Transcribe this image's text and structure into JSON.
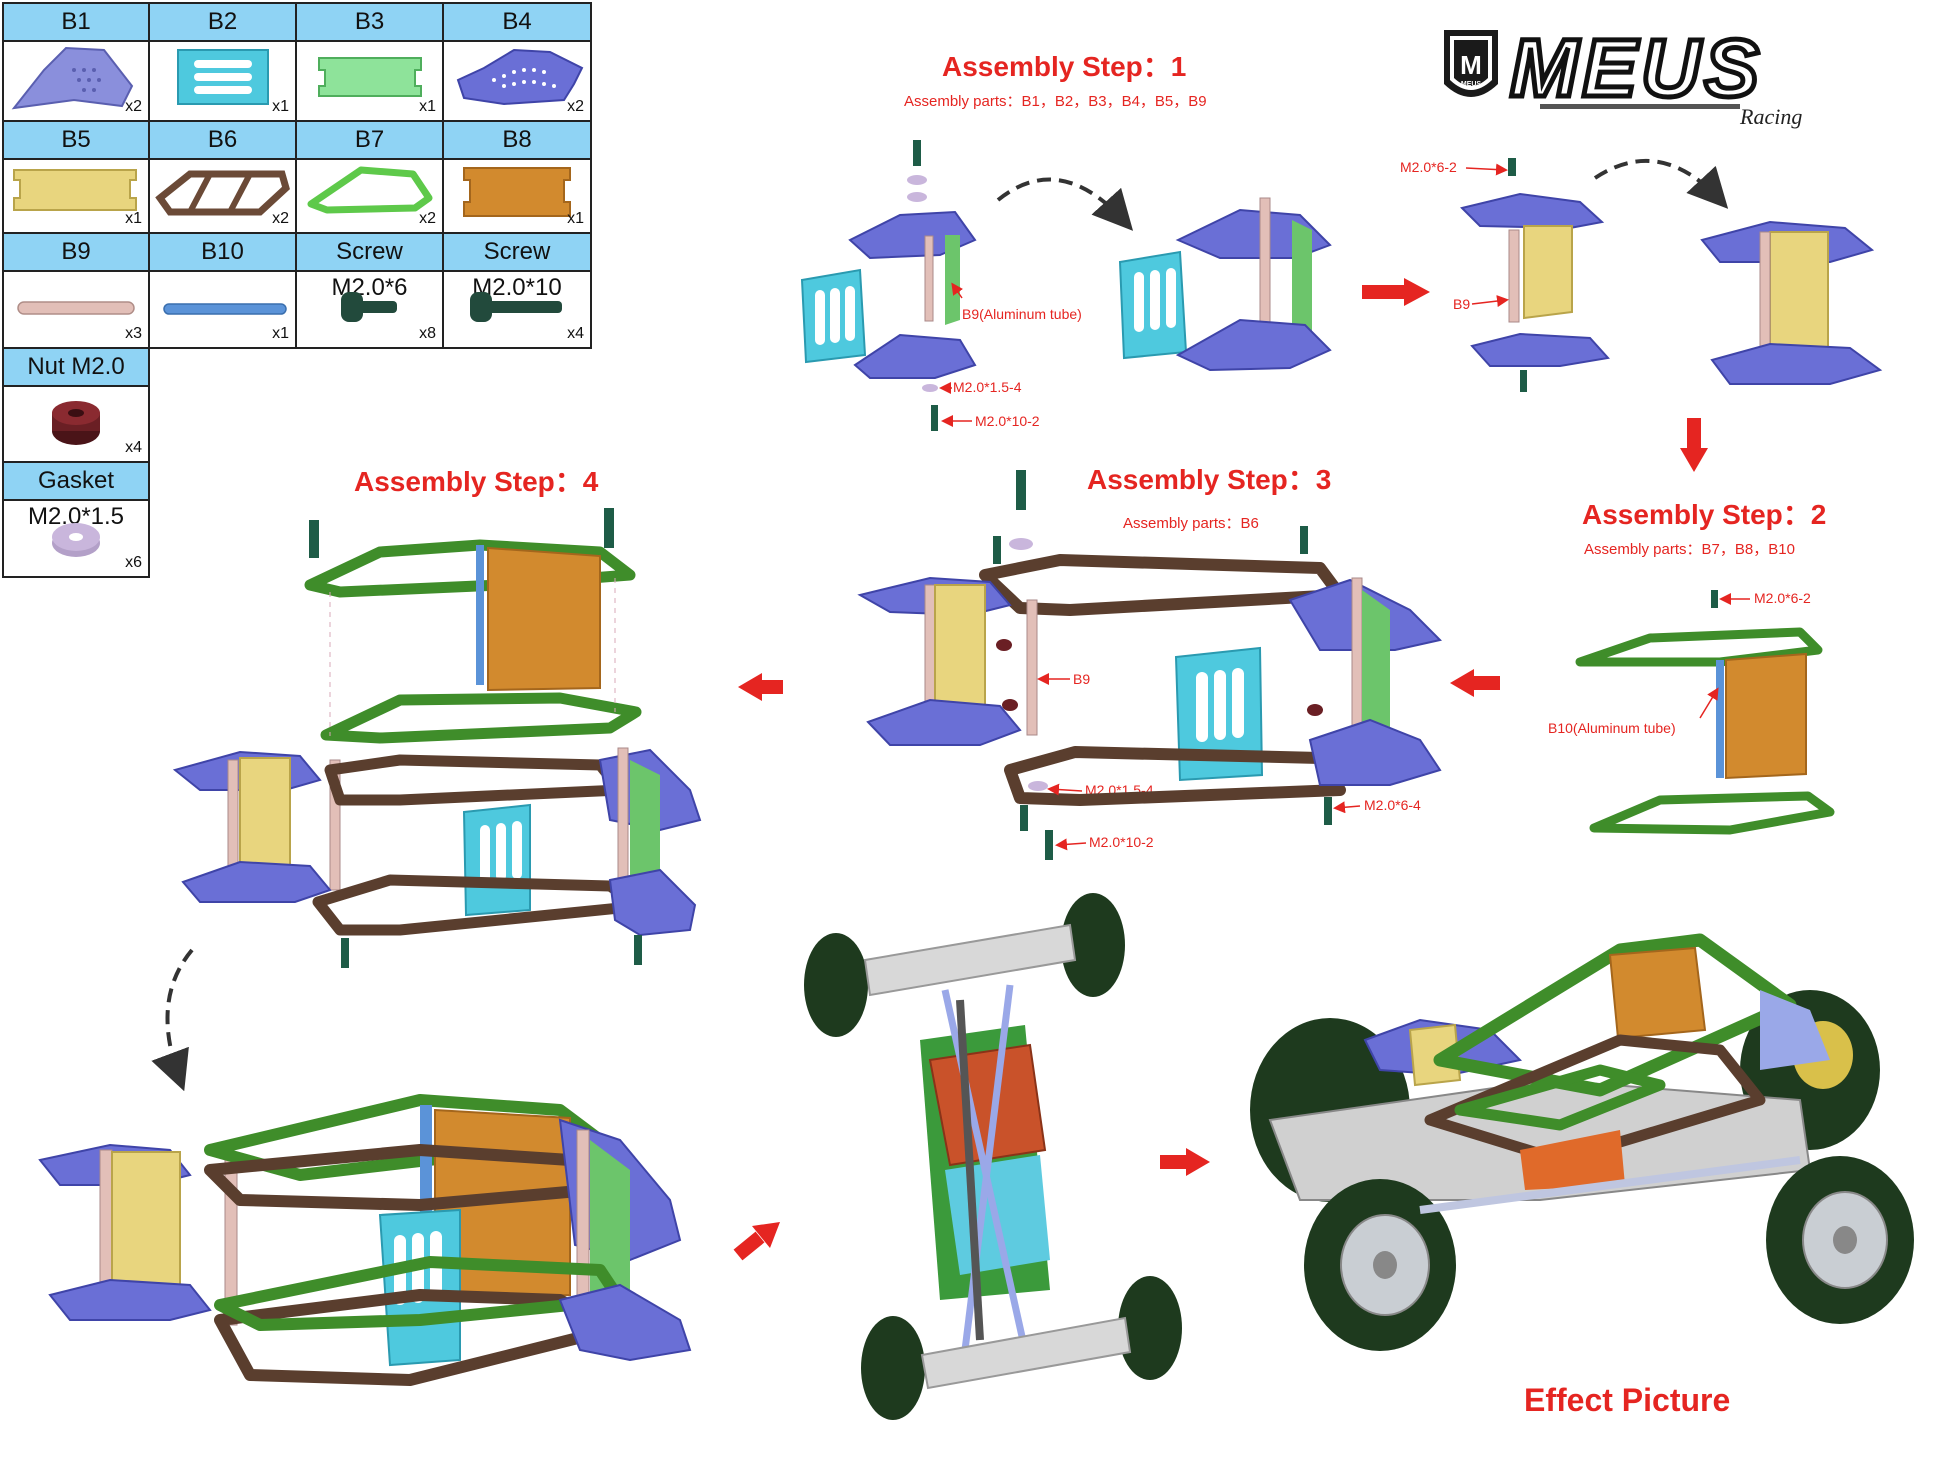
{
  "brand": {
    "name": "MEUS",
    "tagline": "Racing",
    "badge_letter": "M",
    "badge_text": "MEUS"
  },
  "parts": [
    {
      "id": "B1",
      "qty": "x2",
      "color": "#8a8fdc"
    },
    {
      "id": "B2",
      "qty": "x1",
      "color": "#4ec9de"
    },
    {
      "id": "B3",
      "qty": "x1",
      "color": "#8ee39a"
    },
    {
      "id": "B4",
      "qty": "x2",
      "color": "#6a6fd6"
    },
    {
      "id": "B5",
      "qty": "x1",
      "color": "#e8d57e"
    },
    {
      "id": "B6",
      "qty": "x2",
      "color": "#6b4a37"
    },
    {
      "id": "B7",
      "qty": "x2",
      "color": "#5ec94a"
    },
    {
      "id": "B8",
      "qty": "x1",
      "color": "#d28a2e"
    },
    {
      "id": "B9",
      "qty": "x3",
      "color": "#e2bfb8"
    },
    {
      "id": "B10",
      "qty": "x1",
      "color": "#5b93d8"
    },
    {
      "id": "Screw M2.0*6",
      "qty": "x8",
      "color": "#224a3c"
    },
    {
      "id": "Screw M2.0*10",
      "qty": "x4",
      "color": "#224a3c"
    },
    {
      "id": "Nut M2.0",
      "qty": "x4",
      "color": "#6a1f24"
    },
    {
      "id": "Gasket M2.0*1.5",
      "qty": "x6",
      "color": "#c9b6dc"
    }
  ],
  "steps": {
    "s1": {
      "title": "Assembly Step：1",
      "parts": "Assembly parts：B1，B2，B3，B4，B5，B9"
    },
    "s2": {
      "title": "Assembly Step：2",
      "parts": "Assembly parts：B7，B8，B10"
    },
    "s3": {
      "title": "Assembly Step：3",
      "parts": "Assembly parts：B6"
    },
    "s4": {
      "title": "Assembly Step：4"
    }
  },
  "callouts": {
    "s1_tube": "B9(Aluminum tube)",
    "s1_gasket": "M2.0*1.5-4",
    "s1_screw10": "M2.0*10-2",
    "s1b_screw6": "M2.0*6-2",
    "s1b_b9": "B9",
    "s2_screw6": "M2.0*6-2",
    "s2_tube": "B10(Aluminum tube)",
    "s3_b9": "B9",
    "s3_gasket": "M2.0*1.5-4",
    "s3_screw6": "M2.0*6-4",
    "s3_screw10": "M2.0*10-2"
  },
  "effect_label": "Effect Picture",
  "colors": {
    "accent_red": "#e52521",
    "header_blue": "#8fd3f4",
    "plate_purple": "#6a6fd6",
    "panel_cyan": "#4ec9de",
    "panel_green": "#6cc56b",
    "panel_yellow": "#e8d57e",
    "frame_brown": "#5a3e2e",
    "frame_green": "#3f8d2a",
    "panel_orange": "#d28a2e",
    "tube_pink": "#e2bfb8",
    "tube_blue": "#5b93d8"
  }
}
